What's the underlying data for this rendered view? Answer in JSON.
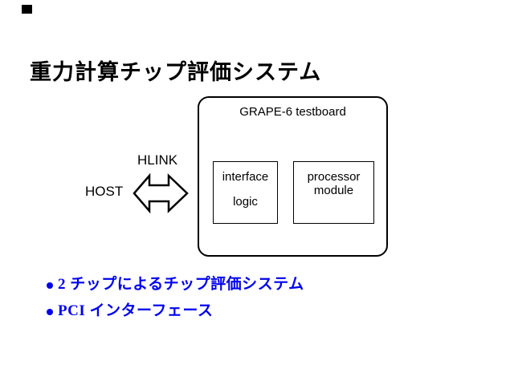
{
  "slide": {
    "title": "重力計算チップ評価システム",
    "diagram": {
      "board_label": "GRAPE-6 testboard",
      "host_label": "HOST",
      "hlink_label": "HLINK",
      "arrow_icon": "bidirectional-arrow",
      "interface_box": {
        "line1": "interface",
        "line2": "logic"
      },
      "processor_box": {
        "line1": "processor",
        "line2": "module"
      }
    },
    "bullets": [
      "2 チップによるチップ評価システム",
      "PCI インターフェース"
    ],
    "colors": {
      "bullet_blue": "#0000EE",
      "line_black": "#000000",
      "background": "#FFFFFF"
    }
  }
}
